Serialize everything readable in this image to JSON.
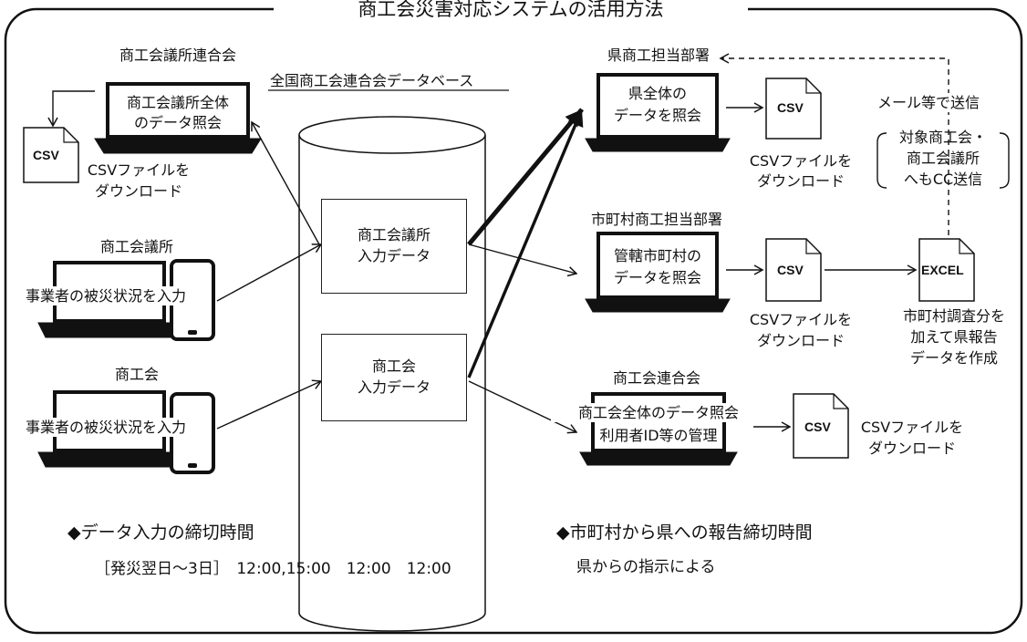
{
  "title": "商工会災害対応システムの活用方法",
  "database": {
    "label": "全国商工会連合会データベース",
    "box1": [
      "商工会議所",
      "入力データ"
    ],
    "box2": [
      "商工会",
      "入力データ"
    ]
  },
  "left": {
    "federation": {
      "heading": "商工会議所連合会",
      "screen": [
        "商工会議所全体",
        "のデータ照会"
      ],
      "download": [
        "CSVファイルを",
        "ダウンロード"
      ]
    },
    "chamber": {
      "heading": "商工会議所",
      "screen": "事業者の被災状況を入力"
    },
    "commerce": {
      "heading": "商工会",
      "screen": "事業者の被災状況を入力"
    }
  },
  "right": {
    "prefecture": {
      "heading": "県商工担当部署",
      "screen": [
        "県全体の",
        "データを照会"
      ],
      "download": [
        "CSVファイルを",
        "ダウンロード"
      ]
    },
    "municipality": {
      "heading": "市町村商工担当部署",
      "screen": [
        "管轄市町村の",
        "データを照会"
      ],
      "download": [
        "CSVファイルを",
        "ダウンロード"
      ]
    },
    "association": {
      "heading": "商工会連合会",
      "screen": [
        "商工会全体のデータ照会",
        "利用者ID等の管理"
      ],
      "download": [
        "CSVファイルを",
        "ダウンロード"
      ]
    },
    "mail_send": "メール等で送信",
    "cc_note": [
      "対象商工会・",
      "商工会議所",
      "へもCC送信"
    ],
    "excel_note": [
      "市町村調査分を",
      "加えて県報告",
      "データを作成"
    ]
  },
  "file_labels": {
    "csv": "CSV",
    "excel": "EXCEL"
  },
  "footer": {
    "left_heading": "◆データ入力の締切時間",
    "left_detail": "［発災翌日～3日］　12:00,15:00　12:00　12:00",
    "right_heading": "◆市町村から県への報告締切時間",
    "right_detail": "県からの指示による"
  }
}
